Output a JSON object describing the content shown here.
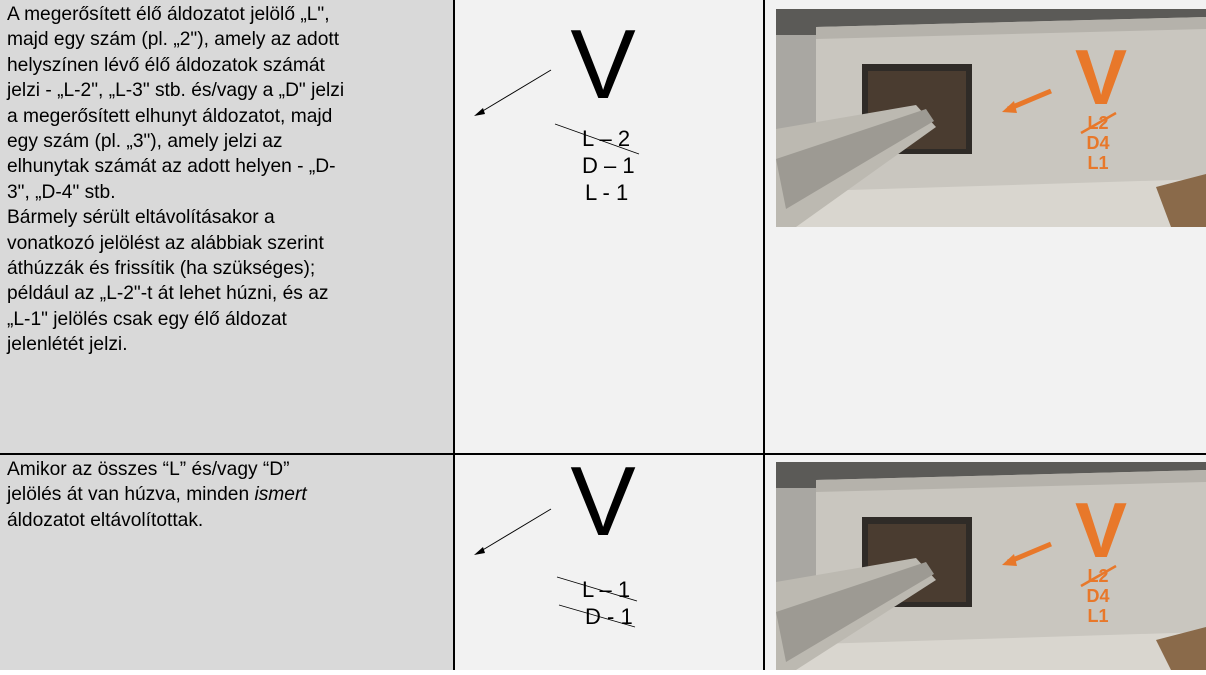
{
  "rows": [
    {
      "text": [
        "A megerősített élő áldozatot jelölő „L\",",
        "majd egy szám (pl. „2\"), amely az adott",
        "helyszínen lévő élő áldozatok számát",
        "jelzi - „L-2\", „L-3\" stb. és/vagy a „D\" jelzi",
        "a megerősített elhunyt áldozatot, majd",
        "egy szám (pl. „3\"), amely jelzi az",
        "elhunytak számát az adott helyen - „D-",
        "3\", „D-4\" stb.",
        "Bármely sérült eltávolításakor a",
        "vonatkozó jelölést az alábbiak szerint",
        "áthúzzák és frissítik (ha szükséges);",
        "például az „L-2\"-t át lehet húzni, és az",
        "„L-1\" jelölés csak egy élő áldozat",
        "jelenlétét jelzi."
      ],
      "marking": {
        "letter": "V",
        "lines": [
          "L – 2",
          "D – 1",
          "L - 1"
        ]
      },
      "photo": {
        "alt": "Concrete wall with orange V marking"
      }
    },
    {
      "text_parts": {
        "line1": "Amikor az összes “L” és/vagy “D”",
        "line2_before": "jelölés át van húzva, minden ",
        "line2_em": "ismert",
        "line3": "áldozatot eltávolítottak."
      },
      "marking": {
        "letter": "V",
        "lines": [
          "L – 1",
          "D - 1"
        ]
      },
      "photo": {
        "alt": "Concrete wall with orange V marking"
      }
    }
  ],
  "colors": {
    "text_cell": "#d9d9d9",
    "other_cells": "#f2f2f2",
    "marking_orange": "#e8782a"
  },
  "photo_stencil": {
    "letter": "V",
    "lines": [
      "L2",
      "D4",
      "L1"
    ]
  }
}
